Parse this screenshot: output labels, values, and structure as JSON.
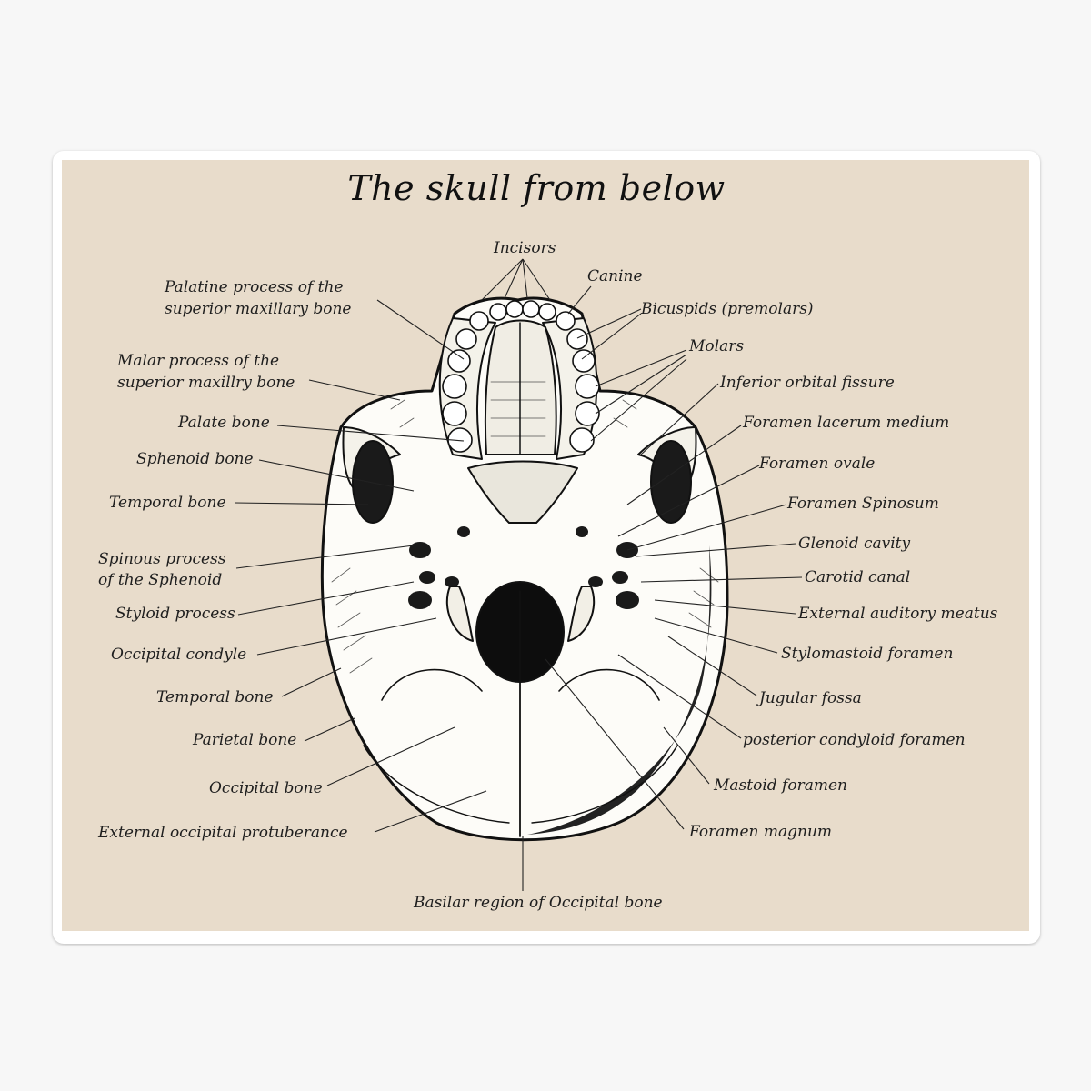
{
  "title": "The skull from below",
  "labels": {
    "incisors": "Incisors",
    "canine": "Canine",
    "palatine_1": "Palatine process of the",
    "palatine_2": "superior maxillary bone",
    "bicuspids": "Bicuspids (premolars)",
    "molars": "Molars",
    "malar_1": "Malar process of the",
    "malar_2": "superior maxillry bone",
    "inferior_orbital": "Inferior orbital fissure",
    "palate_bone": "Palate bone",
    "foramen_lacerum": "Foramen lacerum medium",
    "sphenoid_bone": "Sphenoid bone",
    "foramen_ovale": "Foramen ovale",
    "temporal_bone_upper": "Temporal bone",
    "foramen_spinosum": "Foramen Spinosum",
    "spinous_1": "Spinous process",
    "spinous_2": "of the Sphenoid",
    "glenoid": "Glenoid cavity",
    "carotid": "Carotid canal",
    "styloid": "Styloid process",
    "external_auditory": "External auditory meatus",
    "occipital_condyle": "Occipital condyle",
    "stylomastoid": "Stylomastoid foramen",
    "temporal_bone_lower": "Temporal bone",
    "jugular": "Jugular fossa",
    "parietal": "Parietal bone",
    "posterior_condyloid": "posterior condyloid foramen",
    "occipital_bone": "Occipital bone",
    "mastoid": "Mastoid foramen",
    "external_occipital": "External occipital protuberance",
    "foramen_magnum": "Foramen magnum",
    "basilar": "Basilar region of Occipital bone"
  },
  "colors": {
    "background": "#f7f7f7",
    "card": "#e8dccb",
    "ink": "#111111"
  }
}
